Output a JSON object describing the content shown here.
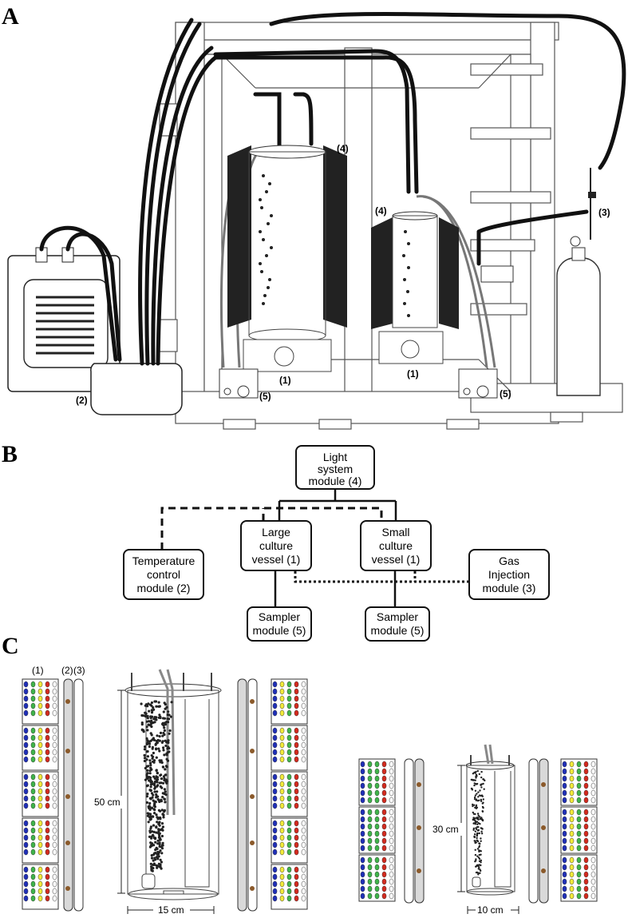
{
  "panel_labels": {
    "a": "A",
    "b": "B",
    "c": "C"
  },
  "panel_a": {
    "callouts": {
      "large_vessel": "(1)",
      "small_vessel": "(1)",
      "chiller": "(2)",
      "gas": "(3)",
      "light_large": "(4)",
      "light_small": "(4)",
      "sampler_left": "(5)",
      "sampler_right": "(5)"
    }
  },
  "panel_b": {
    "nodes": {
      "light": [
        "Light",
        "system",
        "module (4)"
      ],
      "large": [
        "Large",
        "culture",
        "vessel (1)"
      ],
      "small": [
        "Small",
        "culture",
        "vessel (1)"
      ],
      "temperature": [
        "Temperature",
        "control",
        "module (2)"
      ],
      "gas": [
        "Gas",
        "Injection",
        "module (3)"
      ],
      "sampler_large": [
        "Sampler",
        "module (5)"
      ],
      "sampler_small": [
        "Sampler",
        "module (5)"
      ]
    }
  },
  "panel_c": {
    "column_labels": {
      "leds": "(1)",
      "cooling": "(2)",
      "light_tube": "(3)"
    },
    "dimensions": {
      "large_height": "50 cm",
      "large_width": "15 cm",
      "small_height": "30 cm",
      "small_width": "10 cm"
    }
  },
  "colors": {
    "led_blue": "#1f2fb8",
    "led_yellow": "#f2ea3a",
    "led_red": "#d42a1e",
    "led_green": "#3fb44a",
    "frame_gray": "#d9d9d9",
    "tube_gray": "#8a8a8a"
  }
}
